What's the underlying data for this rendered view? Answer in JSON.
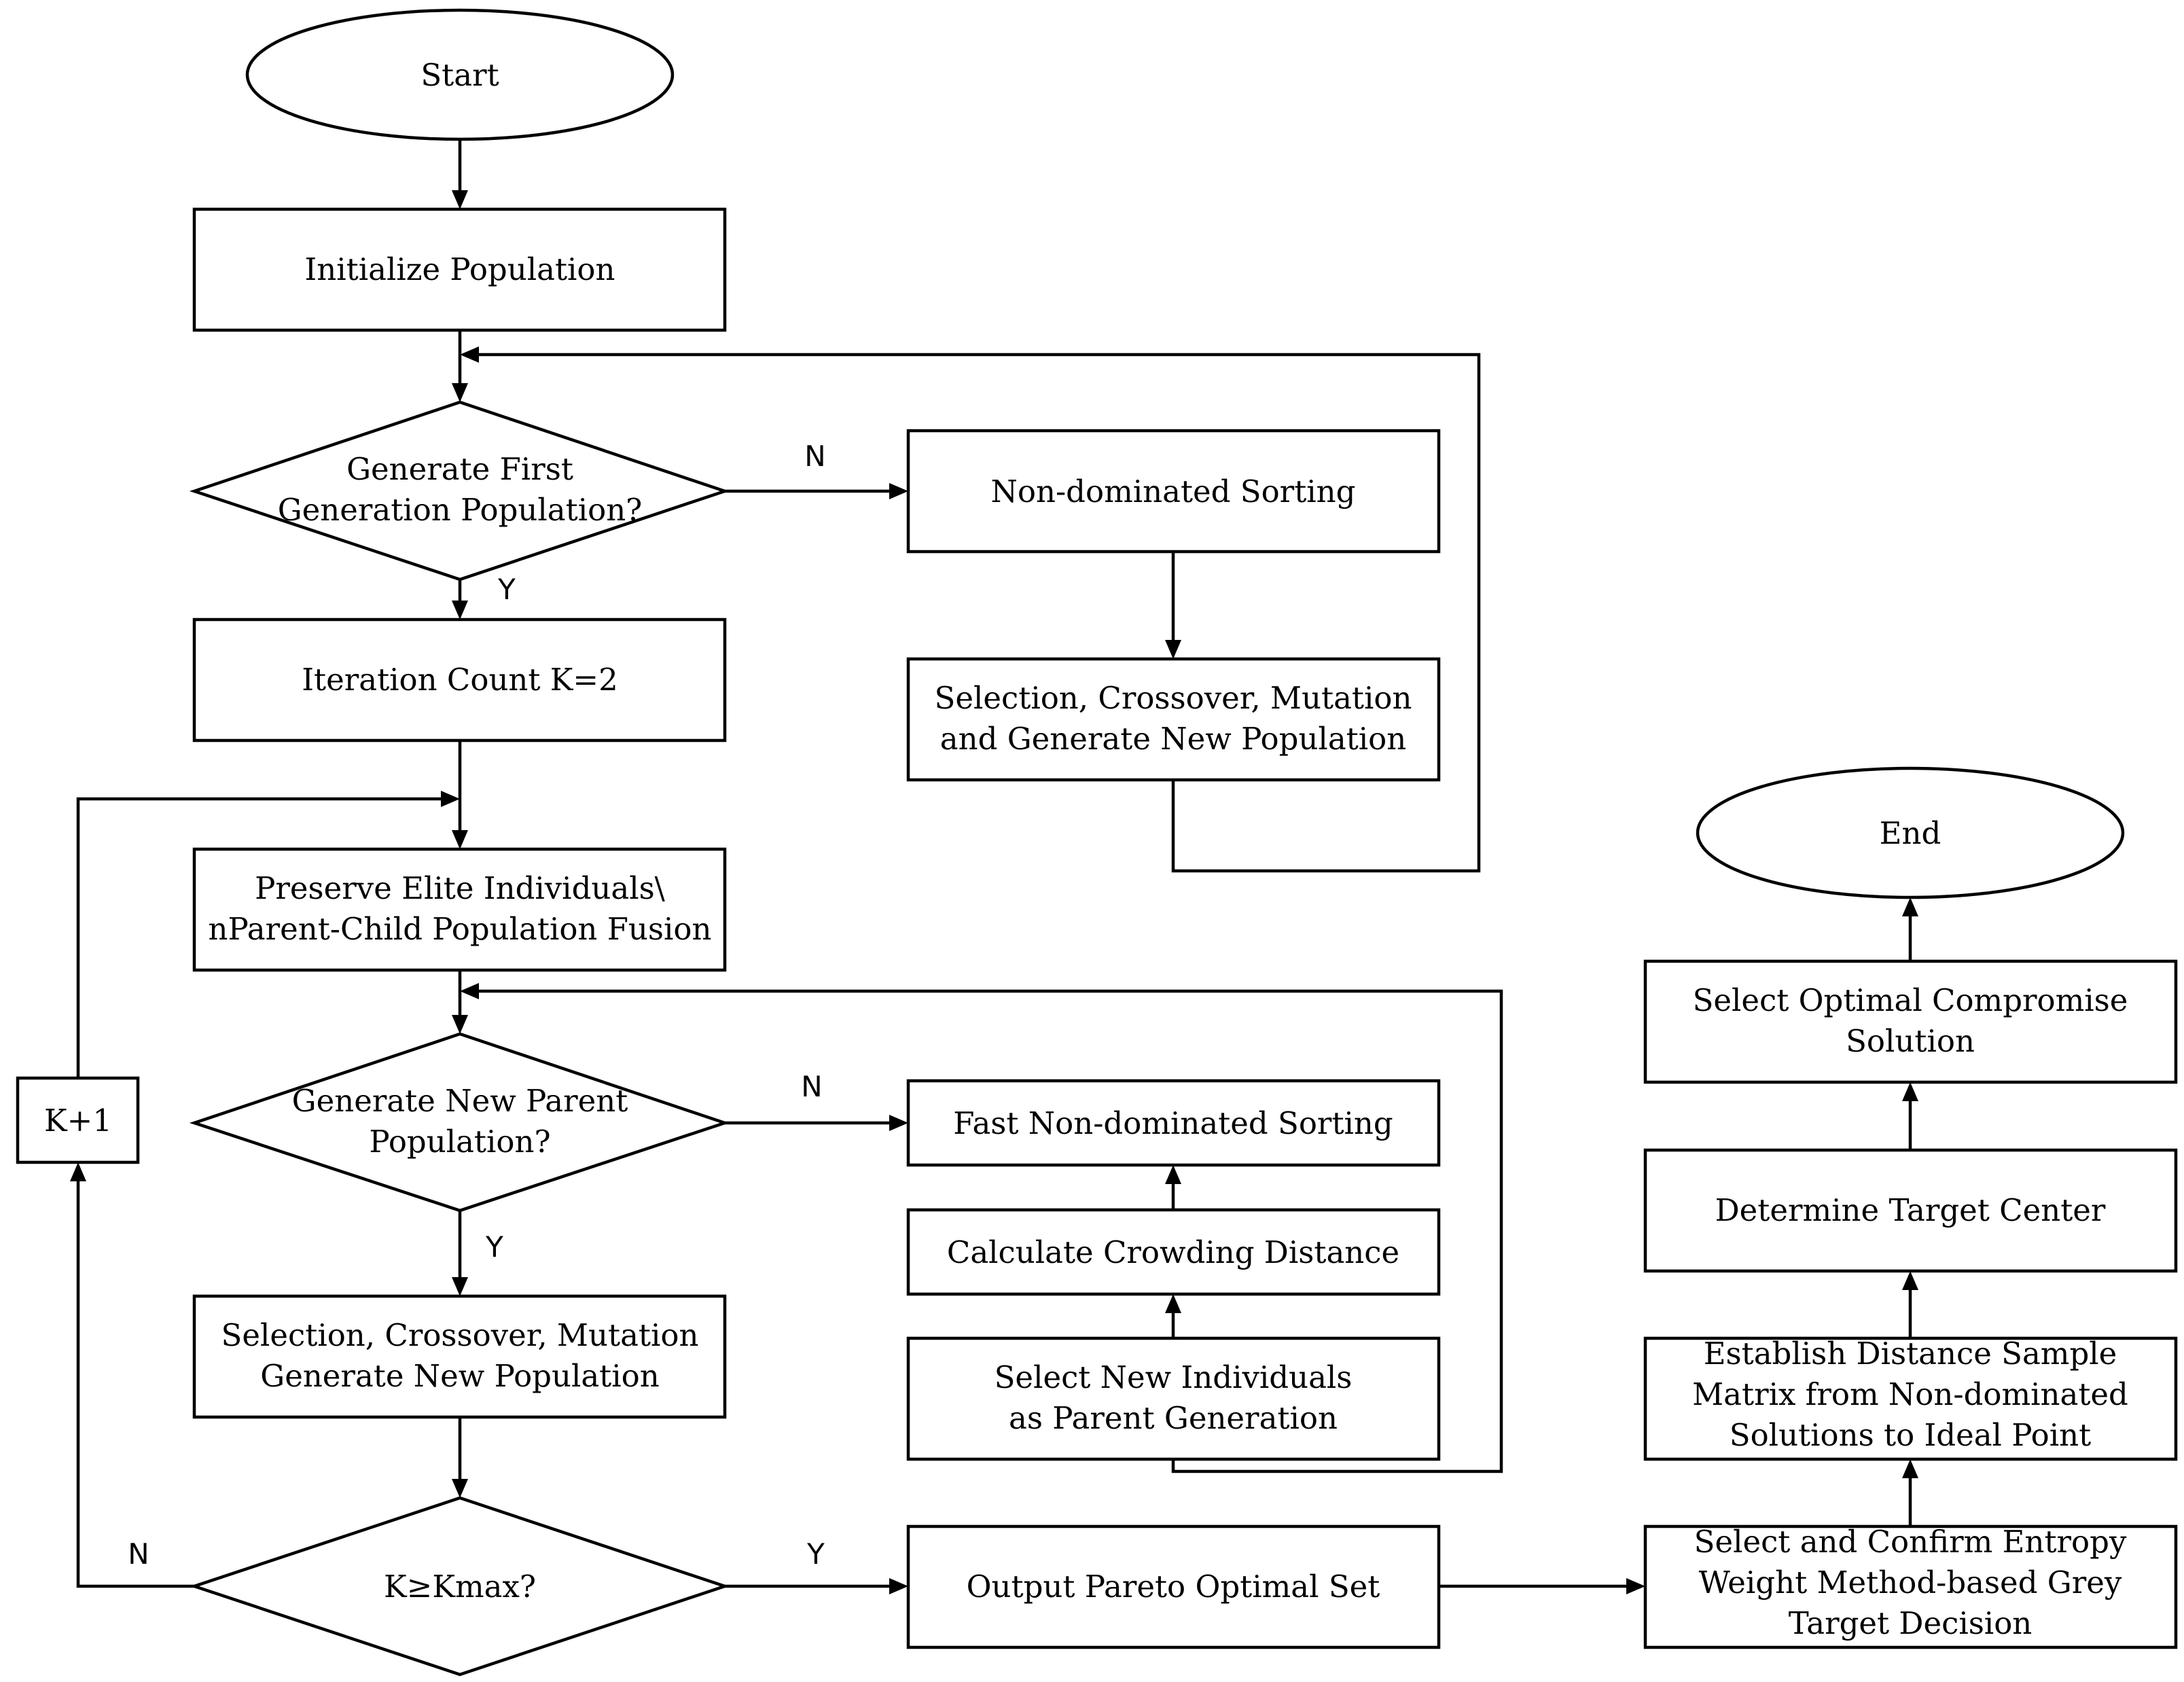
{
  "nodes": {
    "start": "Start",
    "initialize": "Initialize Population",
    "decision_first_gen": [
      "Generate First",
      "Generation Population?"
    ],
    "nondominated_sorting": "Non-dominated Sorting",
    "selection_crossover_1": [
      "Selection, Crossover, Mutation",
      "and Generate New Population"
    ],
    "iteration_count": "Iteration Count K=2",
    "preserve_elite": [
      "Preserve Elite Individuals\\",
      "nParent-Child Population Fusion"
    ],
    "decision_new_parent": [
      "Generate New Parent",
      "Population?"
    ],
    "fast_nondominated": "Fast Non-dominated Sorting",
    "crowding_distance": "Calculate Crowding Distance",
    "select_new_individuals": [
      "Select New Individuals",
      "as Parent Generation"
    ],
    "selection_crossover_2": [
      "Selection, Crossover, Mutation",
      "Generate New Population"
    ],
    "k_plus_1": "K+1",
    "decision_kmax": "K≥Kmax?",
    "output_pareto": "Output Pareto Optimal Set",
    "entropy_weight": [
      "Select and Confirm Entropy",
      "Weight Method-based Grey",
      "Target Decision"
    ],
    "distance_matrix": [
      "Establish Distance Sample",
      "Matrix from Non-dominated",
      "Solutions to Ideal Point"
    ],
    "target_center": "Determine Target Center",
    "optimal_compromise": [
      "Select Optimal Compromise",
      "Solution"
    ],
    "end": "End"
  },
  "branch_labels": {
    "first_gen_no": "N",
    "first_gen_yes": "Y",
    "new_parent_no": "N",
    "new_parent_yes": "Y",
    "kmax_no": "N",
    "kmax_yes": "Y"
  }
}
